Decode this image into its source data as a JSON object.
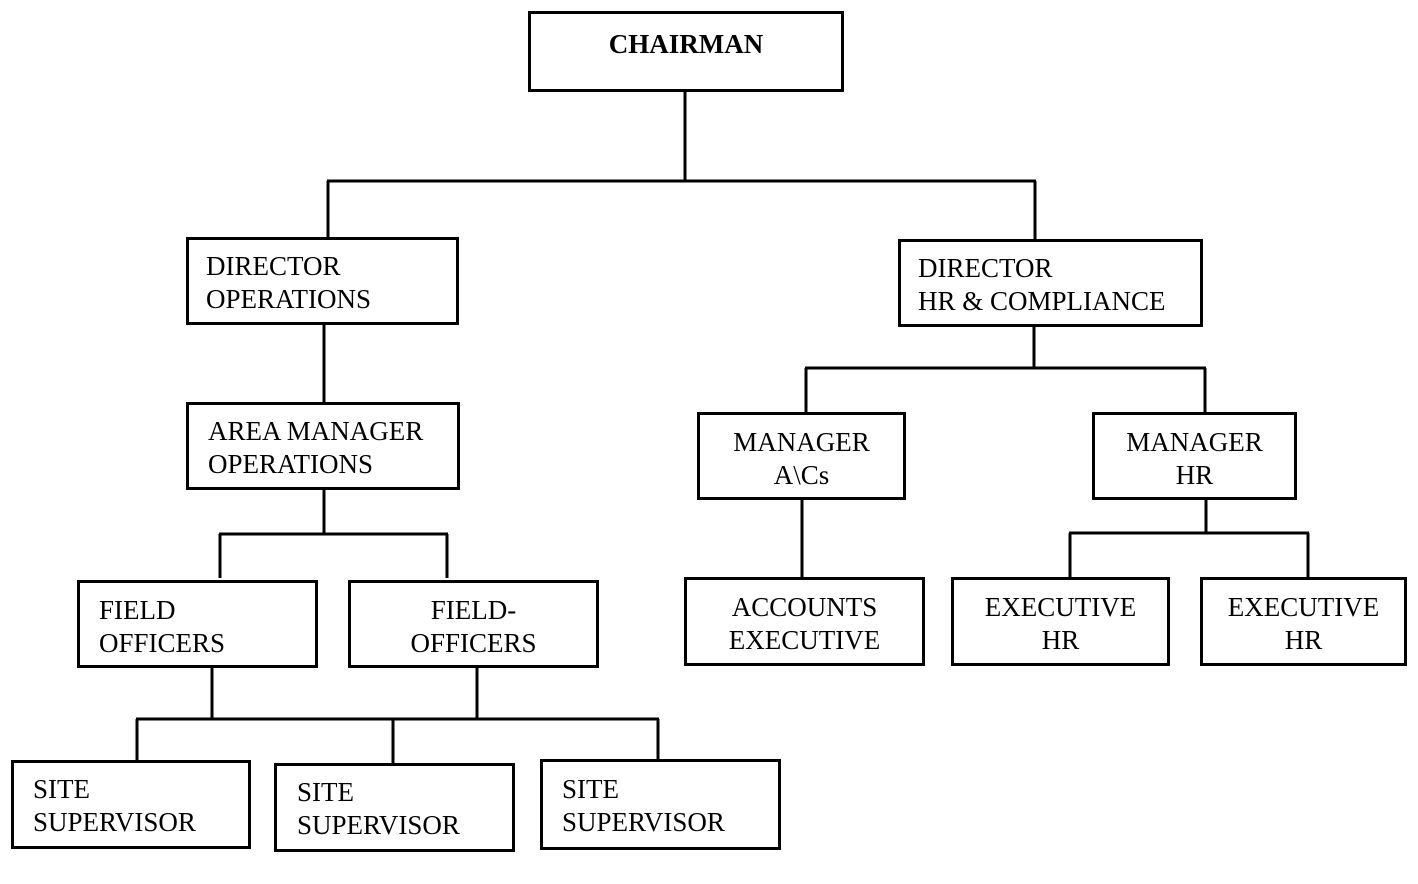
{
  "chairman": {
    "line1": "CHAIRMAN"
  },
  "director_ops": {
    "line1": "DIRECTOR",
    "line2": "OPERATIONS"
  },
  "director_hr": {
    "line1": "DIRECTOR",
    "line2": "HR & COMPLIANCE"
  },
  "area_manager": {
    "line1": "AREA MANAGER",
    "line2": "OPERATIONS"
  },
  "field_officers_1": {
    "line1": "FIELD",
    "line2": "OFFICERS"
  },
  "field_officers_2": {
    "line1": "FIELD-",
    "line2": "OFFICERS"
  },
  "manager_acs": {
    "line1": "MANAGER",
    "line2": "A\\Cs"
  },
  "manager_hr": {
    "line1": "MANAGER",
    "line2": "HR"
  },
  "accounts_exec": {
    "line1": "ACCOUNTS",
    "line2": "EXECUTIVE"
  },
  "exec_hr_1": {
    "line1": "EXECUTIVE",
    "line2": "HR"
  },
  "exec_hr_2": {
    "line1": "EXECUTIVE",
    "line2": "HR"
  },
  "site_sup_1": {
    "line1": "SITE",
    "line2": "SUPERVISOR"
  },
  "site_sup_2": {
    "line1": "SITE",
    "line2": "SUPERVISOR"
  },
  "site_sup_3": {
    "line1": "SITE",
    "line2": "SUPERVISOR"
  }
}
